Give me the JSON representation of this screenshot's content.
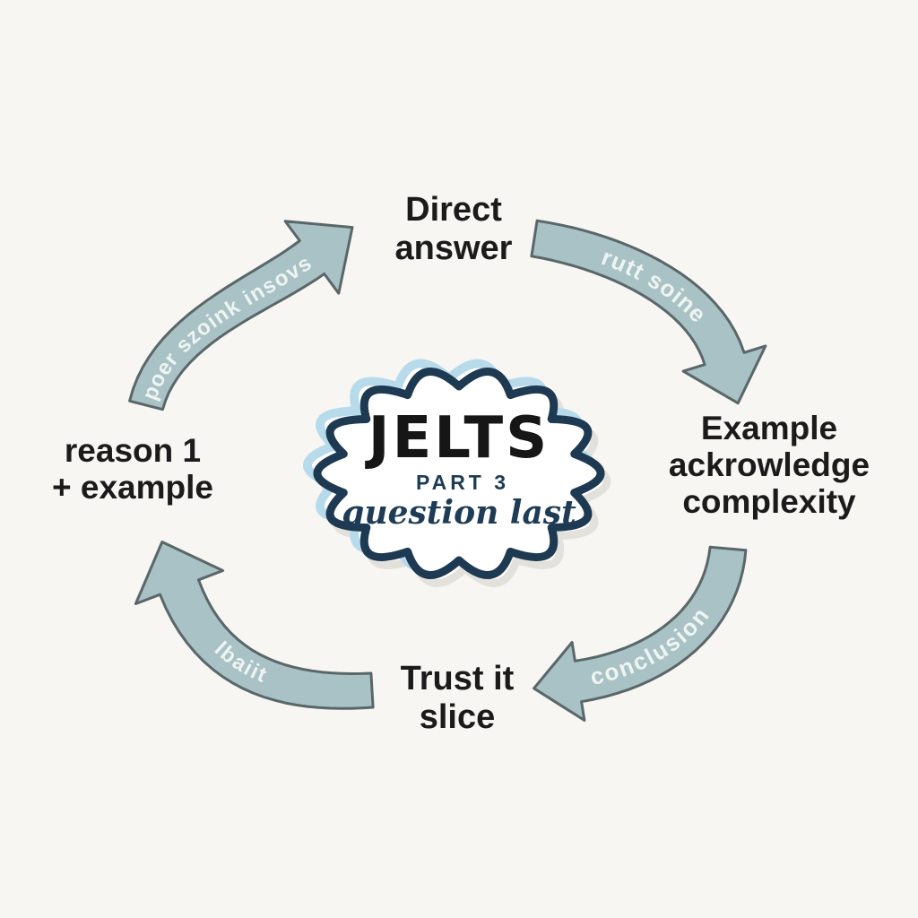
{
  "title": "IELTS Part 3 answer cycle diagram",
  "colors": {
    "background": "#f7f6f3",
    "arrow_fill": "#a9c2c5",
    "arrow_outline": "#5a6769",
    "arrow_text": "#eef4f2",
    "cloud_outline_navy": "#1e3a52",
    "cloud_glow_blue": "#b7dbeb",
    "cloud_fill": "#ffffff",
    "label_text": "#1b1b1b"
  },
  "center_cloud": {
    "title": "JELTS",
    "subtitle": "PART 3",
    "caption": "question last"
  },
  "nodes": {
    "top": "Direct\nanswer",
    "right": "Example\nackrowledge\ncomplexity",
    "bottom": "Trust it\nslice",
    "left": "reason 1\n+ example"
  },
  "arrows": {
    "top_left": "poer szoink insovs",
    "top_right": "rutt soine",
    "bottom_right": "conclusion",
    "bottom_left": "lbaiit"
  }
}
